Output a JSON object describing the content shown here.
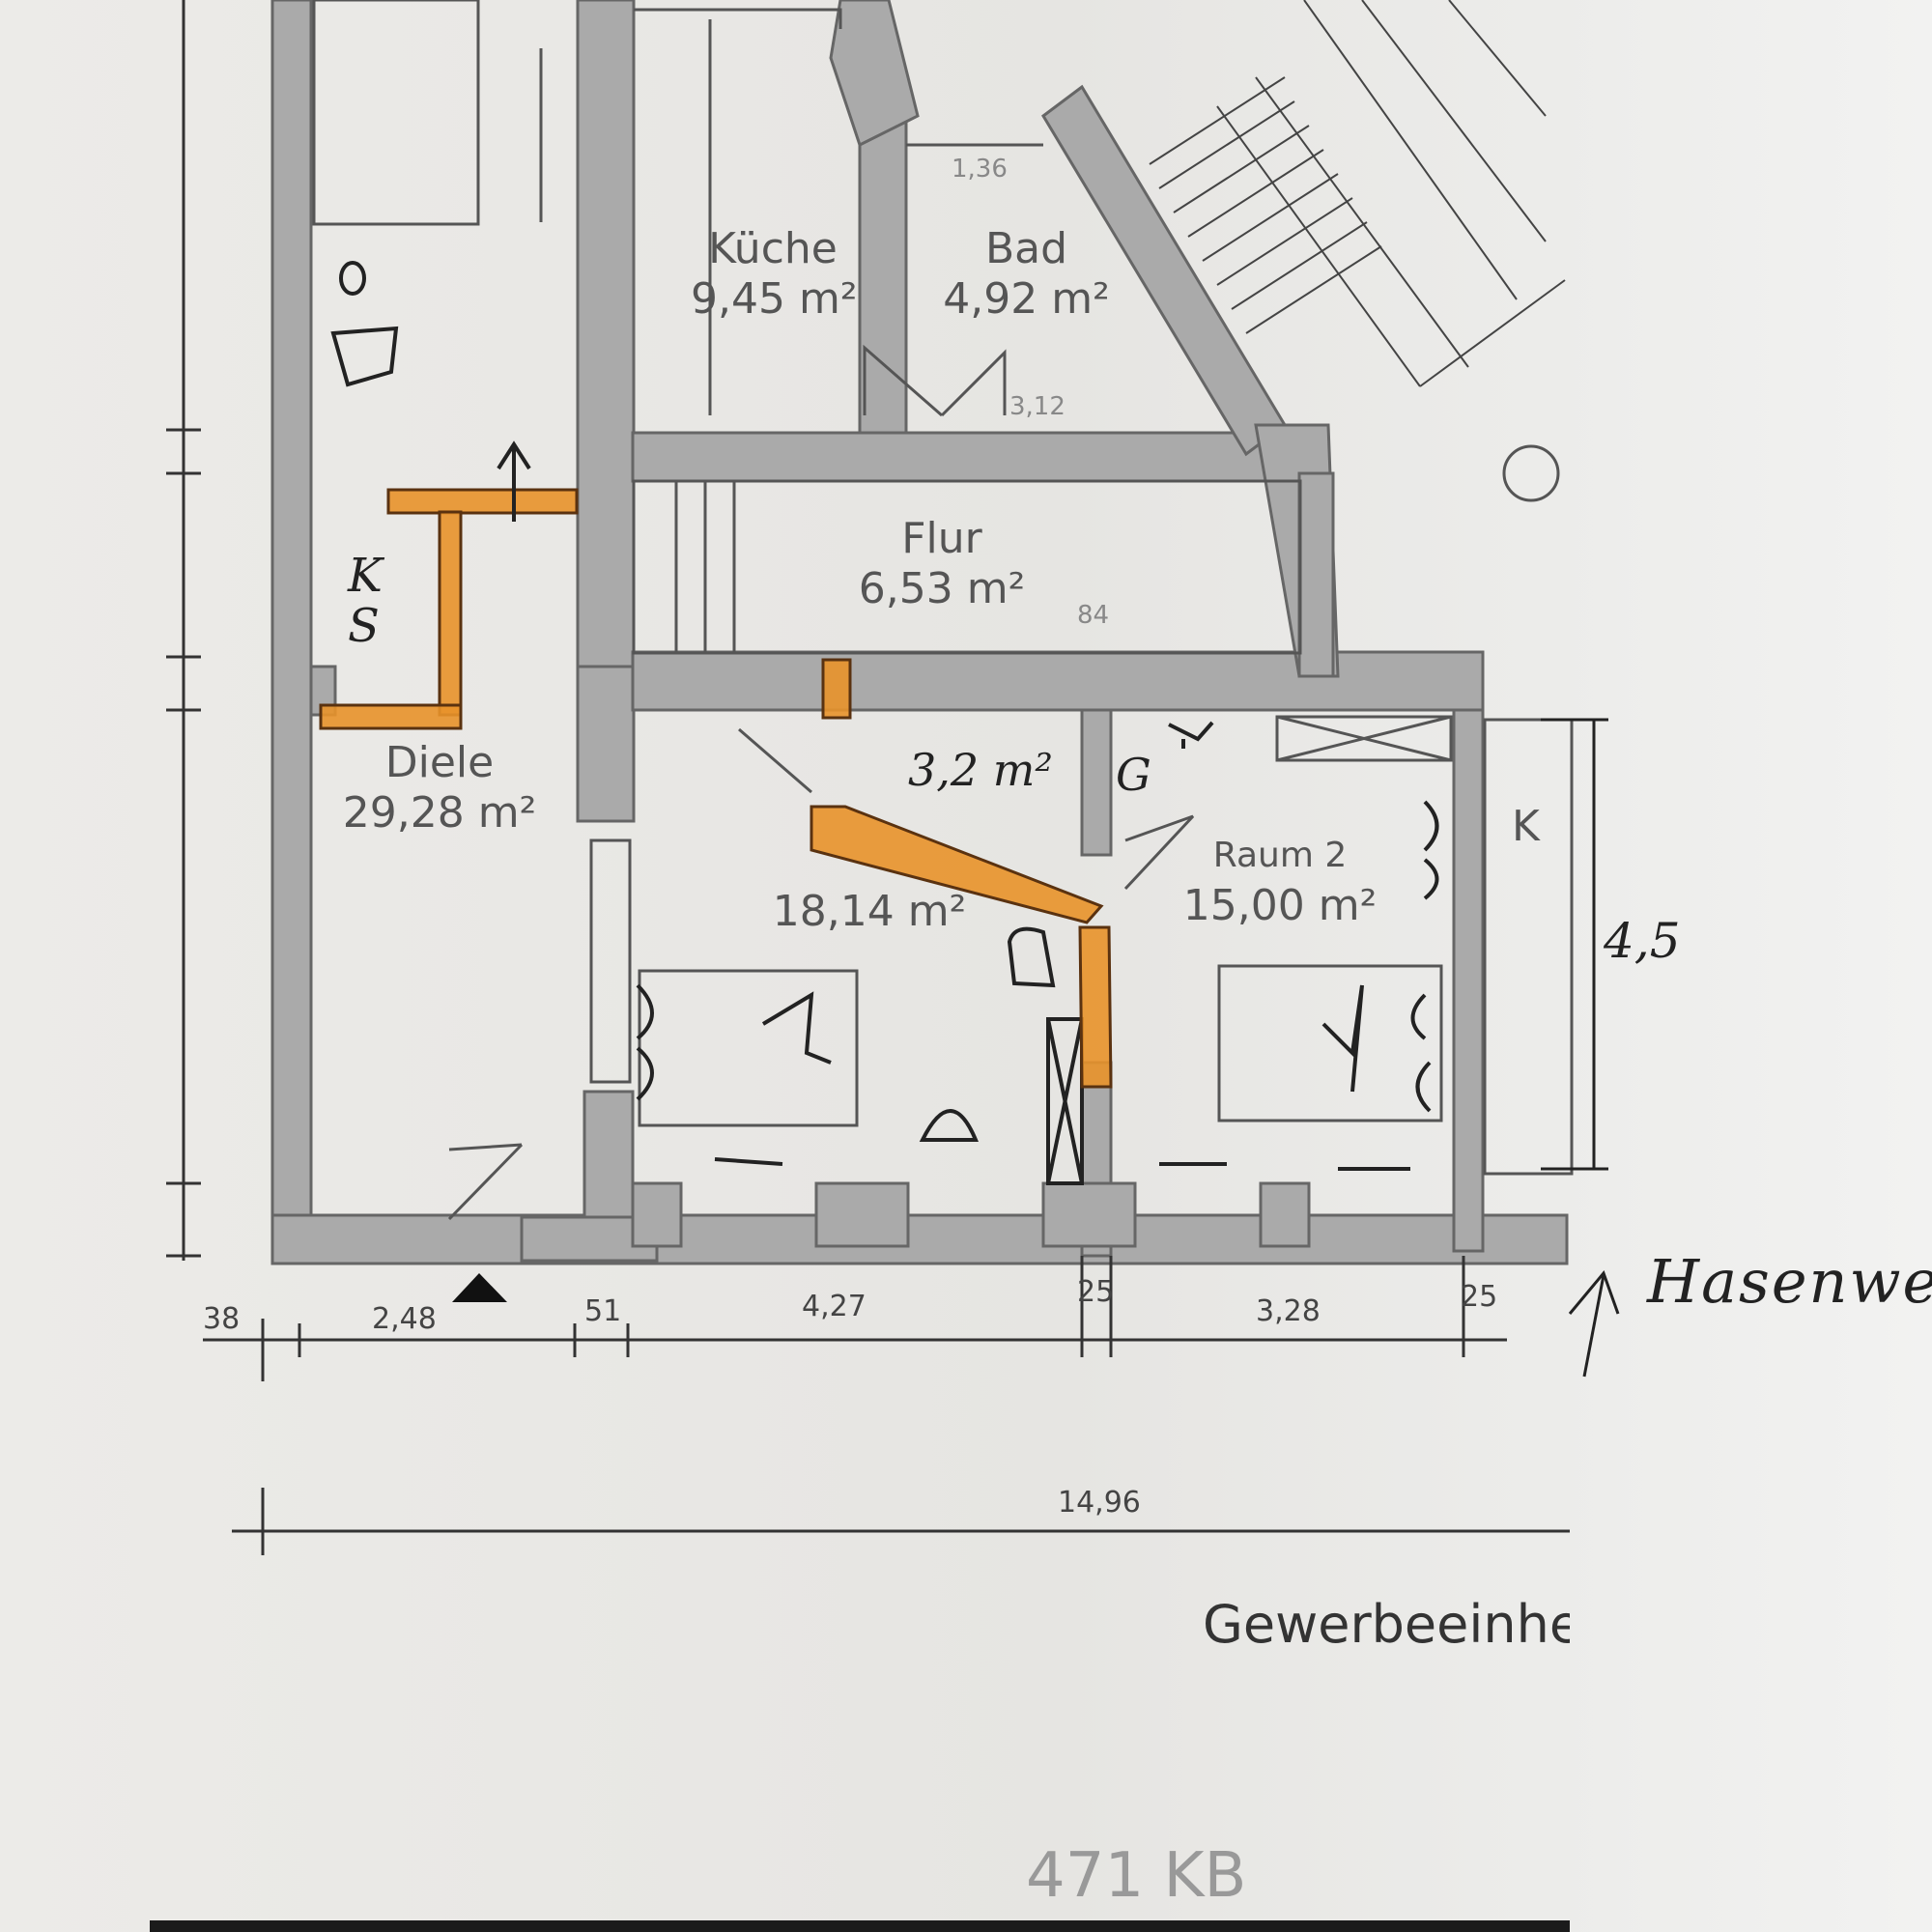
{
  "rooms": {
    "kueche": {
      "name": "Küche",
      "area": "9,45 m²"
    },
    "bad": {
      "name": "Bad",
      "area": "4,92 m²"
    },
    "flur": {
      "name": "Flur",
      "area": "6,53 m²"
    },
    "diele": {
      "name": "Diele",
      "area": "29,28 m²"
    },
    "raum1": {
      "area": "18,14 m²"
    },
    "raum2": {
      "name": "Raum 2",
      "area": "15,00 m²"
    }
  },
  "small_dims": {
    "bad_top": "1,36",
    "bad_bottom": "3,12",
    "flur_side": "84"
  },
  "dimensions": {
    "seg_38": "38",
    "seg_248": "2,48",
    "seg_51": "51",
    "seg_427": "4,27",
    "seg_25a": "25",
    "seg_328": "3,28",
    "seg_25b": "25",
    "total": "14,96"
  },
  "handwritten": {
    "ks": "KS",
    "new_area": "3,2 m²",
    "g": "G",
    "k": "K",
    "height": "4,5",
    "street": "Hasenweg"
  },
  "caption": "Gewerbeeinhe",
  "file_size": "471 KB",
  "colors": {
    "wall": "#a9a9a9",
    "wall_dark": "#7a7a7a",
    "highlight": "#e8922a",
    "ink": "#222222"
  }
}
